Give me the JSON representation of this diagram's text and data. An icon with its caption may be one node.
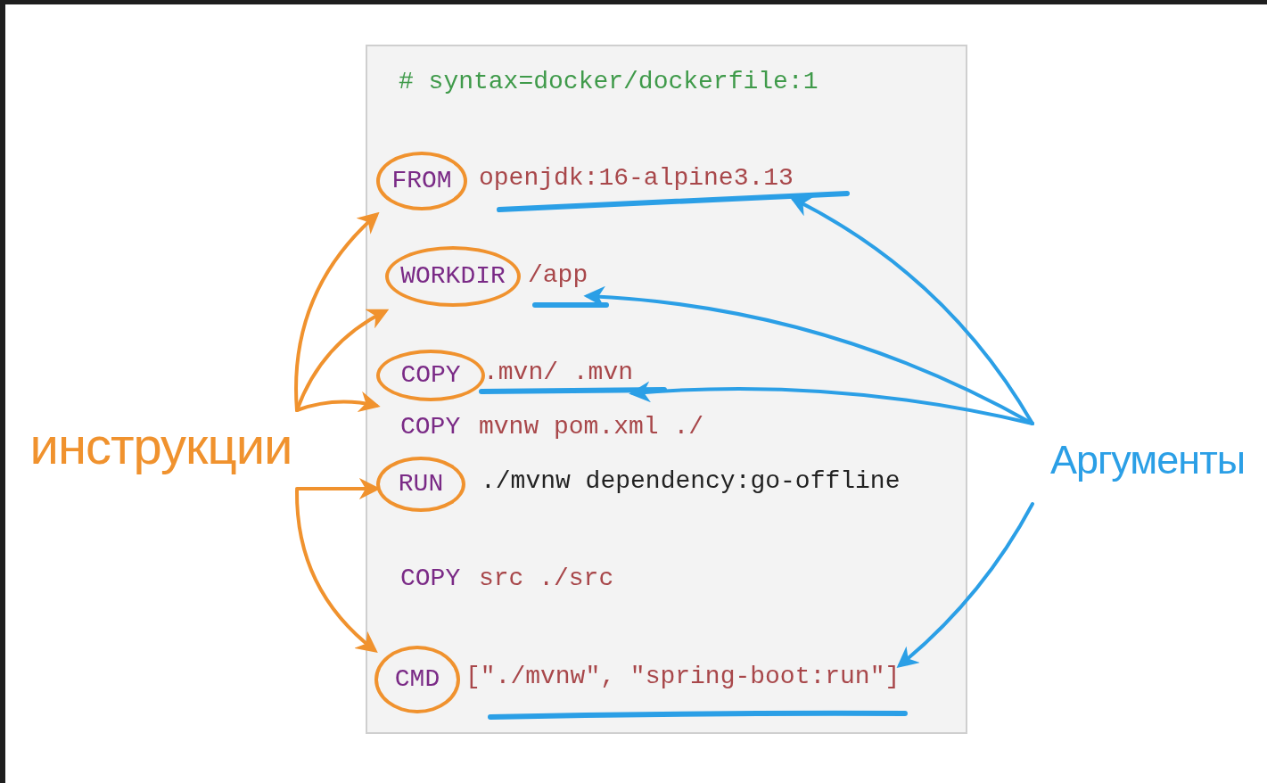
{
  "diagram": {
    "nodes": [
      {
        "text": [],
        "shape": "box"
      },
      {
        "text": [
          "FROM"
        ],
        "in": 0
      },
      {
        "text": [
          "openjdk:16-alpine3.13"
        ],
        "in": 0
      },
      {
        "text": [
          "WORKDIR"
        ],
        "in": 0
      },
      {
        "text": [
          "/app"
        ],
        "in": 0
      },
      {
        "text": [
          "COPY"
        ],
        "in": 0
      },
      {
        "text": [
          ".mvn/ .mvn"
        ],
        "in": 0
      },
      {
        "text": [
          "RUN"
        ],
        "in": 0
      },
      {
        "text": [
          "CMD"
        ],
        "in": 0
      },
      {
        "text": [
          "[\"./mvnw\", \"spring-boot:run\"]"
        ],
        "in": 0
      },
      {
        "text": [
          "инструкции"
        ]
      },
      {
        "text": [
          "Аргументы"
        ]
      }
    ],
    "edges": [
      {
        "from": 10,
        "to": 1,
        "arrow": "to",
        "color": "#f0922e"
      },
      {
        "from": 10,
        "to": 3,
        "arrow": "to",
        "color": "#f0922e"
      },
      {
        "from": 10,
        "to": 5,
        "arrow": "to",
        "color": "#f0922e"
      },
      {
        "from": 10,
        "to": 7,
        "arrow": "to",
        "color": "#f0922e"
      },
      {
        "from": 10,
        "to": 8,
        "arrow": "to",
        "color": "#f0922e"
      },
      {
        "from": 11,
        "to": 2,
        "arrow": "to",
        "color": "#2b9fe6"
      },
      {
        "from": 11,
        "to": 4,
        "arrow": "to",
        "color": "#2b9fe6"
      },
      {
        "from": 11,
        "to": 6,
        "arrow": "to",
        "color": "#2b9fe6"
      },
      {
        "from": 11,
        "to": 9,
        "arrow": "to",
        "color": "#2b9fe6"
      }
    ],
    "labels": [
      "# syntax=docker/dockerfile:1",
      "COPY",
      "mvnw pom.xml ./",
      "./mvnw dependency:go-offline",
      "COPY",
      "src ./src"
    ]
  }
}
